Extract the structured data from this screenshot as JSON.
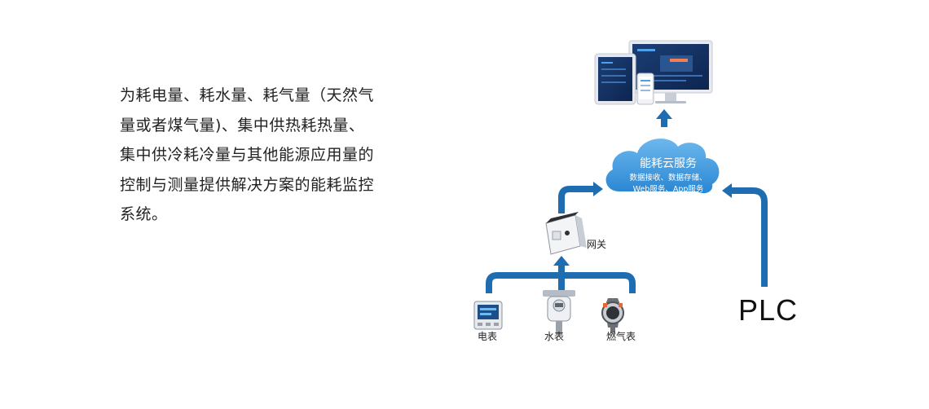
{
  "description": {
    "lines": [
      "为耗电量、耗水量、耗气量（天然气",
      "量或者煤气量)、集中供热耗热量、",
      "集中供冷耗冷量与其他能源应用量的",
      "控制与测量提供解决方案的能耗监控",
      "系统。"
    ]
  },
  "diagram": {
    "cloud": {
      "title": "能耗云服务",
      "line1": "数据接收、数据存储、",
      "line2": "Web服务、App服务"
    },
    "gateway_label": "网关",
    "devices": {
      "electric": "电表",
      "water": "水表",
      "gas": "燃气表"
    },
    "plc_label": "PLC",
    "colors": {
      "arrow": "#1f6db1",
      "cloud": "#3f9be0"
    }
  }
}
